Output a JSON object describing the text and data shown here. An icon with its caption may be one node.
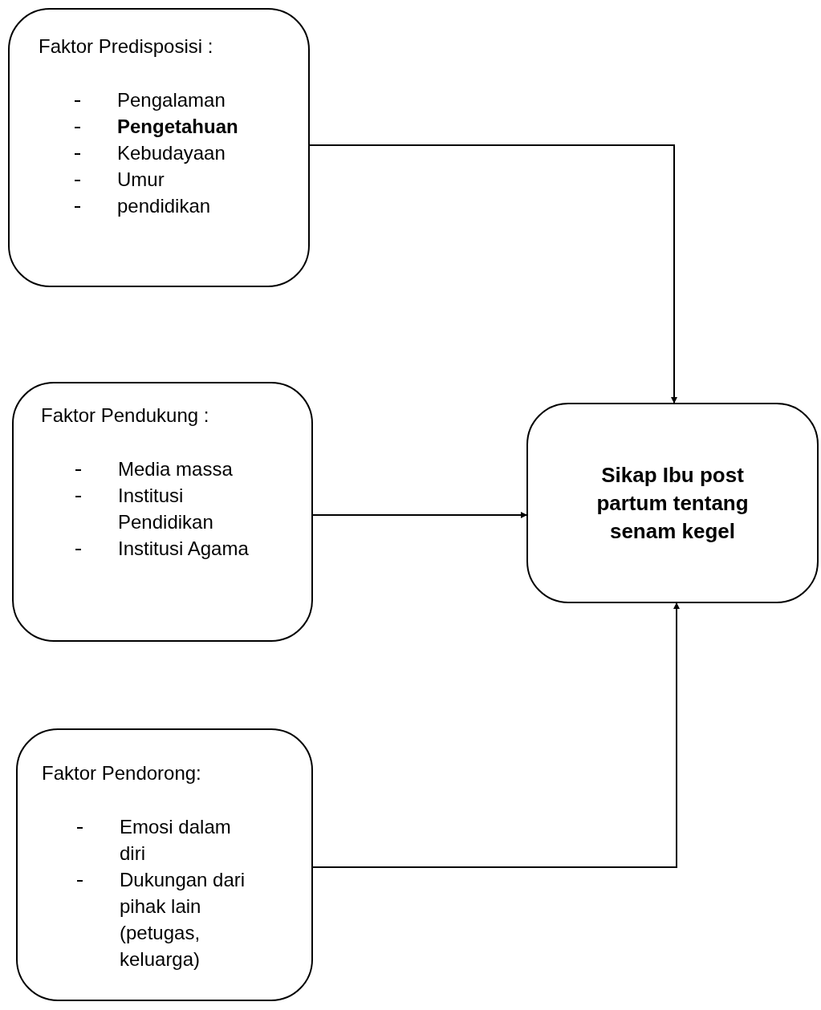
{
  "diagram": {
    "nodes": [
      {
        "text": [
          "Faktor Predisposisi :",
          "Pengalaman",
          "**Pengetahuan**",
          "Kebudayaan",
          "Umur",
          "pendidikan"
        ]
      },
      {
        "text": [
          "Faktor Pendukung :",
          "Media massa",
          "Institusi Pendidikan",
          "Institusi Agama"
        ]
      },
      {
        "text": [
          "Faktor Pendorong:",
          "Emosi dalam diri",
          "Dukungan dari pihak lain (petugas, keluarga)"
        ]
      },
      {
        "text": [
          "Sikap Ibu post partum tentang senam kegel"
        ]
      }
    ],
    "edges": [
      {
        "from": 0,
        "to": 3,
        "arrow": "to"
      },
      {
        "from": 1,
        "to": 3,
        "arrow": "to"
      },
      {
        "from": 2,
        "to": 3,
        "arrow": "to"
      }
    ]
  }
}
